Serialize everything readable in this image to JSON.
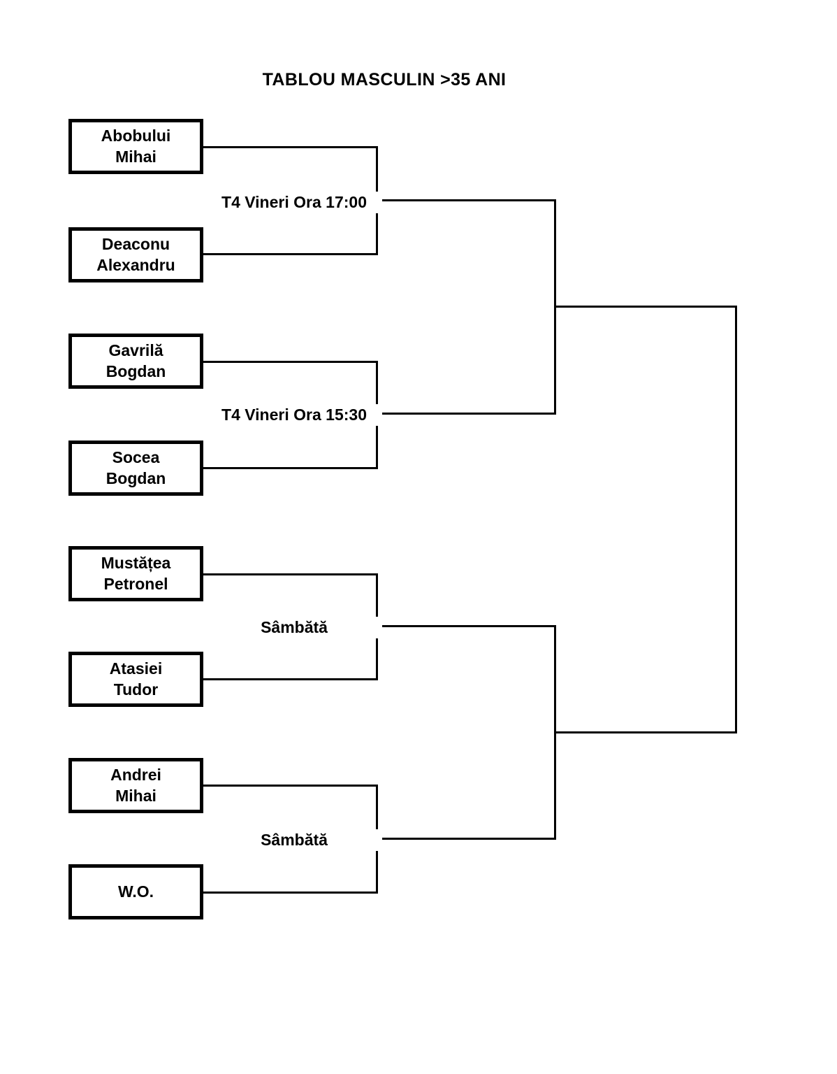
{
  "page": {
    "title": "TABLOU MASCULIN >35 ANI",
    "line_color": "#000000",
    "background_color": "#ffffff"
  },
  "bracket": {
    "round1": {
      "matches": [
        {
          "label": "T4 Vineri Ora 17:00",
          "top": {
            "line1": "Abobului",
            "line2": "Mihai"
          },
          "bottom": {
            "line1": "Deaconu",
            "line2": "Alexandru"
          }
        },
        {
          "label": "T4 Vineri Ora 15:30",
          "top": {
            "line1": "Gavrilă",
            "line2": "Bogdan"
          },
          "bottom": {
            "line1": "Socea",
            "line2": "Bogdan"
          }
        },
        {
          "label": "Sâmbătă",
          "top": {
            "line1": "Mustățea",
            "line2": "Petronel"
          },
          "bottom": {
            "line1": "Atasiei",
            "line2": "Tudor"
          }
        },
        {
          "label": "Sâmbătă",
          "top": {
            "line1": "Andrei",
            "line2": "Mihai"
          },
          "bottom": {
            "line1": "W.O.",
            "line2": ""
          }
        }
      ]
    },
    "semifinals": {
      "matches": [
        {
          "label": ""
        },
        {
          "label": ""
        }
      ]
    },
    "final": {
      "label": ""
    }
  }
}
